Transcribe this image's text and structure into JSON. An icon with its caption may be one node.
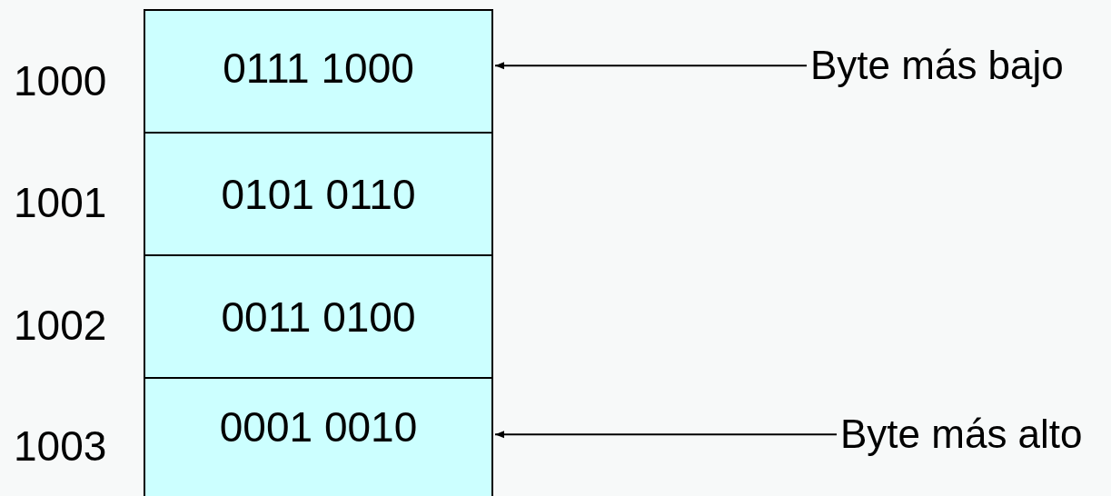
{
  "diagram": {
    "nodes": [
      {
        "text": [
          "0111 1000"
        ]
      },
      {
        "text": [
          "0101 0110"
        ]
      },
      {
        "text": [
          "0011 0100"
        ]
      },
      {
        "text": [
          "0001 0010"
        ]
      },
      {
        "text": [
          "Byte más bajo"
        ]
      },
      {
        "text": [
          "Byte más alto"
        ]
      }
    ],
    "edges": [
      {
        "from": 4,
        "to": 0,
        "arrow": "to"
      },
      {
        "from": 5,
        "to": 3,
        "arrow": "to"
      }
    ],
    "labels": [
      "1000",
      "1001",
      "1002",
      "1003"
    ]
  }
}
